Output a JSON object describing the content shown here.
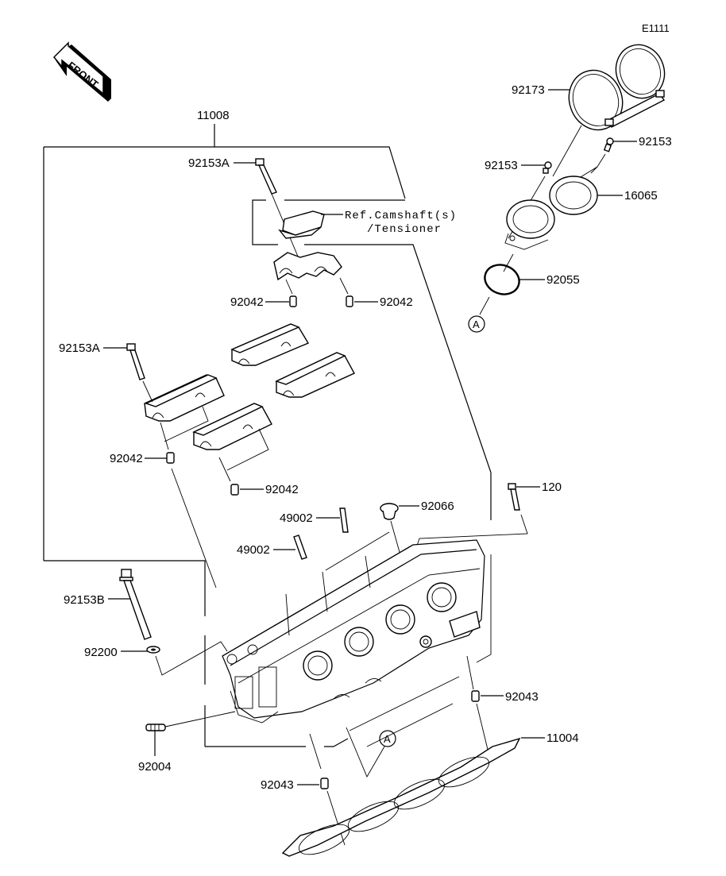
{
  "diagram": {
    "figure_code": "E1111",
    "front_indicator": "FRONT",
    "reference_label_line1": "Ref.Camshaft(s)",
    "reference_label_line2": "/Tensioner",
    "callout_marker": "A",
    "parts": [
      {
        "id": "11008",
        "name": "cylinder-head-assembly"
      },
      {
        "id": "92153A",
        "name": "bolt-camshaft-cap-top"
      },
      {
        "id": "92042",
        "name": "dowel-pin-left-top"
      },
      {
        "id": "92042",
        "name": "dowel-pin-right-top"
      },
      {
        "id": "92153A",
        "name": "bolt-camshaft-cap-left"
      },
      {
        "id": "92042",
        "name": "dowel-pin-left-mid"
      },
      {
        "id": "92042",
        "name": "dowel-pin-right-mid"
      },
      {
        "id": "49002",
        "name": "valve-guide-upper"
      },
      {
        "id": "49002",
        "name": "valve-guide-lower"
      },
      {
        "id": "92066",
        "name": "plug"
      },
      {
        "id": "120",
        "name": "bolt-120"
      },
      {
        "id": "92153B",
        "name": "bolt-head-long"
      },
      {
        "id": "92200",
        "name": "washer"
      },
      {
        "id": "92004",
        "name": "stud"
      },
      {
        "id": "92043",
        "name": "dowel-pin-right-lower"
      },
      {
        "id": "92043",
        "name": "dowel-pin-bottom"
      },
      {
        "id": "11004",
        "name": "cylinder-head-gasket"
      },
      {
        "id": "92173",
        "name": "clamp"
      },
      {
        "id": "92153",
        "name": "screw-right"
      },
      {
        "id": "92153",
        "name": "screw-left"
      },
      {
        "id": "16065",
        "name": "throttle-body-holder"
      },
      {
        "id": "92055",
        "name": "o-ring"
      }
    ],
    "labels": {
      "l11008": "11008",
      "l92153A_top": "92153A",
      "l92042_tl": "92042",
      "l92042_tr": "92042",
      "l92153A_left": "92153A",
      "l92042_ml": "92042",
      "l92042_mr": "92042",
      "l49002_a": "49002",
      "l49002_b": "49002",
      "l92066": "92066",
      "l120": "120",
      "l92153B": "92153B",
      "l92200": "92200",
      "l92004": "92004",
      "l92043_r": "92043",
      "l92043_b": "92043",
      "l11004": "11004",
      "l92173": "92173",
      "l92153_r": "92153",
      "l92153_l": "92153",
      "l16065": "16065",
      "l92055": "92055"
    }
  }
}
